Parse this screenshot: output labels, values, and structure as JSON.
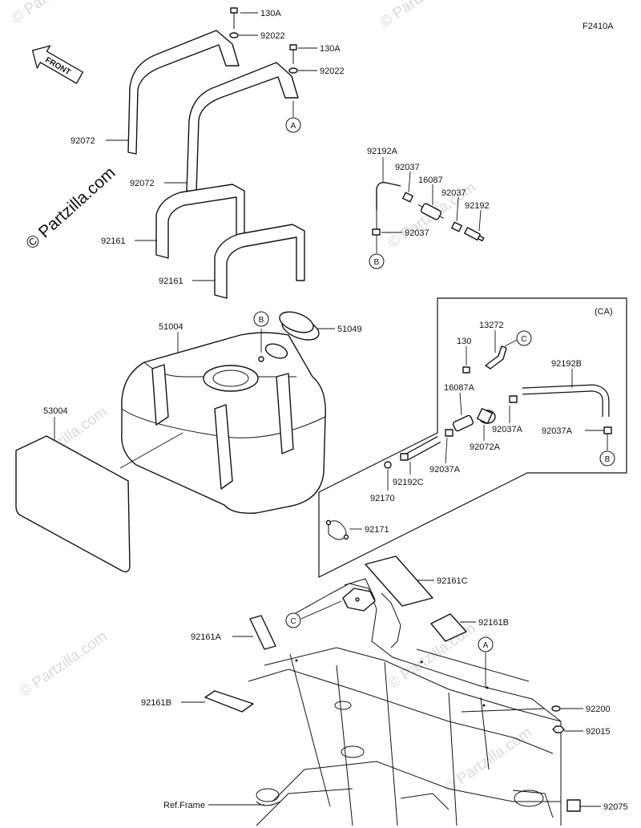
{
  "figure_code": "F2410A",
  "front_label": "FRONT",
  "watermark": "© Partzilla.com",
  "variant_box_label": "(CA)",
  "callouts": {
    "a": "A",
    "b": "B",
    "c": "C"
  },
  "parts": {
    "p130a_1": "130A",
    "p92022_1": "92022",
    "p130a_2": "130A",
    "p92022_2": "92022",
    "p92072_1": "92072",
    "p92072_2": "92072",
    "p92161_1": "92161",
    "p92161_2": "92161",
    "p92192a": "92192A",
    "p92037_1": "92037",
    "p16087": "16087",
    "p92037_2": "92037",
    "p92192": "92192",
    "p92037_3": "92037",
    "p51004": "51004",
    "p51049": "51049",
    "p53004": "53004",
    "p13272": "13272",
    "p130": "130",
    "p92192b": "92192B",
    "p16087a": "16087A",
    "p92037a_1": "92037A",
    "p92037a_2": "92037A",
    "p92072a": "92072A",
    "p92037a_3": "92037A",
    "p92192c": "92192C",
    "p92170": "92170",
    "p92171": "92171",
    "p92161c": "92161C",
    "p92161a": "92161A",
    "p92161b_1": "92161B",
    "p92161b_2": "92161B",
    "p92200": "92200",
    "p92015": "92015",
    "p92075": "92075",
    "ref_frame": "Ref.Frame"
  }
}
